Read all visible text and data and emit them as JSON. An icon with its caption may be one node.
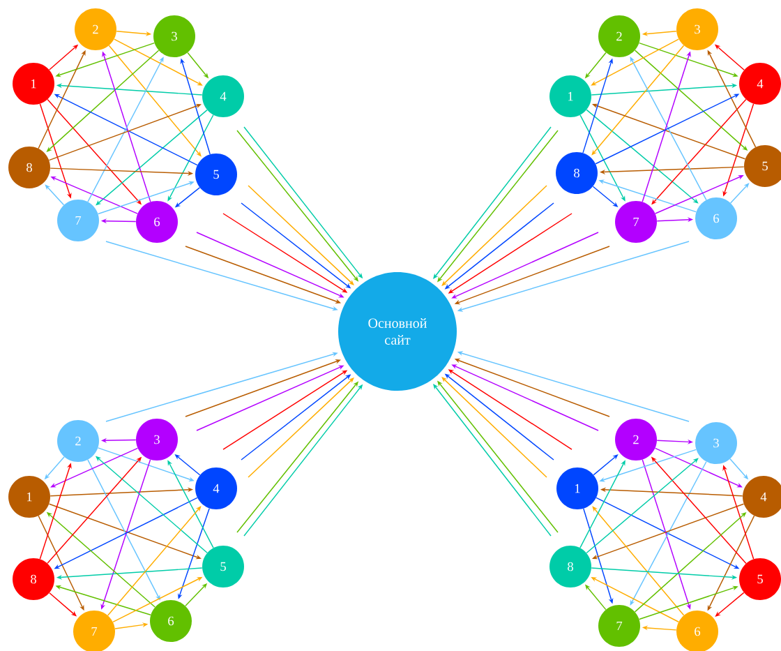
{
  "diagram": {
    "nodes": [
      {
        "text": [
          "1"
        ]
      },
      {
        "text": [
          "2"
        ]
      },
      {
        "text": [
          "3"
        ]
      },
      {
        "text": [
          "4"
        ]
      },
      {
        "text": [
          "5"
        ]
      },
      {
        "text": [
          "6"
        ]
      },
      {
        "text": [
          "7"
        ]
      },
      {
        "text": [
          "8"
        ]
      },
      {
        "text": [
          "1"
        ]
      },
      {
        "text": [
          "2"
        ]
      },
      {
        "text": [
          "3"
        ]
      },
      {
        "text": [
          "4"
        ]
      },
      {
        "text": [
          "5"
        ]
      },
      {
        "text": [
          "6"
        ]
      },
      {
        "text": [
          "7"
        ]
      },
      {
        "text": [
          "8"
        ]
      },
      {
        "text": [
          "Основной сайт"
        ]
      },
      {
        "text": [
          "1"
        ]
      },
      {
        "text": [
          "2"
        ]
      },
      {
        "text": [
          "3"
        ]
      },
      {
        "text": [
          "4"
        ]
      },
      {
        "text": [
          "5"
        ]
      },
      {
        "text": [
          "6"
        ]
      },
      {
        "text": [
          "7"
        ]
      },
      {
        "text": [
          "8"
        ]
      },
      {
        "text": [
          "1"
        ]
      },
      {
        "text": [
          "2"
        ]
      },
      {
        "text": [
          "3"
        ]
      },
      {
        "text": [
          "4"
        ]
      },
      {
        "text": [
          "5"
        ]
      },
      {
        "text": [
          "6"
        ]
      },
      {
        "text": [
          "7"
        ]
      },
      {
        "text": [
          "8"
        ]
      }
    ],
    "edges": [
      {
        "from": 0,
        "to": 1,
        "arrow": "to",
        "color": "#ff0000"
      },
      {
        "from": 0,
        "to": 6,
        "arrow": "to",
        "color": "#ff0000"
      },
      {
        "from": 0,
        "to": 5,
        "arrow": "to",
        "color": "#ff0000"
      },
      {
        "from": 1,
        "to": 2,
        "arrow": "to",
        "color": "#ffad00"
      },
      {
        "from": 1,
        "to": 3,
        "arrow": "to",
        "color": "#ffad00"
      },
      {
        "from": 1,
        "to": 4,
        "arrow": "to",
        "color": "#ffad00"
      },
      {
        "from": 2,
        "to": 3,
        "arrow": "to",
        "color": "#62c000"
      },
      {
        "from": 2,
        "to": 0,
        "arrow": "to",
        "color": "#62c000"
      },
      {
        "from": 2,
        "to": 7,
        "arrow": "to",
        "color": "#62c000"
      },
      {
        "from": 3,
        "to": 0,
        "arrow": "to",
        "color": "#00cca8"
      },
      {
        "from": 3,
        "to": 6,
        "arrow": "to",
        "color": "#00cca8"
      },
      {
        "from": 3,
        "to": 5,
        "arrow": "to",
        "color": "#00cca8"
      },
      {
        "from": 4,
        "to": 2,
        "arrow": "to",
        "color": "#0046ff"
      },
      {
        "from": 4,
        "to": 0,
        "arrow": "to",
        "color": "#0046ff"
      },
      {
        "from": 4,
        "to": 5,
        "arrow": "to",
        "color": "#0046ff"
      },
      {
        "from": 5,
        "to": 1,
        "arrow": "to",
        "color": "#b300ff"
      },
      {
        "from": 5,
        "to": 6,
        "arrow": "to",
        "color": "#b300ff"
      },
      {
        "from": 5,
        "to": 7,
        "arrow": "to",
        "color": "#b300ff"
      },
      {
        "from": 6,
        "to": 2,
        "arrow": "to",
        "color": "#66c4ff"
      },
      {
        "from": 6,
        "to": 4,
        "arrow": "to",
        "color": "#66c4ff"
      },
      {
        "from": 6,
        "to": 7,
        "arrow": "to",
        "color": "#66c4ff"
      },
      {
        "from": 7,
        "to": 1,
        "arrow": "to",
        "color": "#b85c00"
      },
      {
        "from": 7,
        "to": 3,
        "arrow": "to",
        "color": "#b85c00"
      },
      {
        "from": 7,
        "to": 4,
        "arrow": "to",
        "color": "#b85c00"
      },
      {
        "from": 8,
        "to": 11,
        "arrow": "to",
        "color": "#00cca8"
      },
      {
        "from": 8,
        "to": 14,
        "arrow": "to",
        "color": "#00cca8"
      },
      {
        "from": 8,
        "to": 13,
        "arrow": "to",
        "color": "#00cca8"
      },
      {
        "from": 9,
        "to": 8,
        "arrow": "to",
        "color": "#62c000"
      },
      {
        "from": 9,
        "to": 11,
        "arrow": "to",
        "color": "#62c000"
      },
      {
        "from": 9,
        "to": 12,
        "arrow": "to",
        "color": "#62c000"
      },
      {
        "from": 10,
        "to": 9,
        "arrow": "to",
        "color": "#ffad00"
      },
      {
        "from": 10,
        "to": 8,
        "arrow": "to",
        "color": "#ffad00"
      },
      {
        "from": 10,
        "to": 15,
        "arrow": "to",
        "color": "#ffad00"
      },
      {
        "from": 11,
        "to": 10,
        "arrow": "to",
        "color": "#ff0000"
      },
      {
        "from": 11,
        "to": 14,
        "arrow": "to",
        "color": "#ff0000"
      },
      {
        "from": 11,
        "to": 13,
        "arrow": "to",
        "color": "#ff0000"
      },
      {
        "from": 12,
        "to": 10,
        "arrow": "to",
        "color": "#b85c00"
      },
      {
        "from": 12,
        "to": 8,
        "arrow": "to",
        "color": "#b85c00"
      },
      {
        "from": 12,
        "to": 15,
        "arrow": "to",
        "color": "#b85c00"
      },
      {
        "from": 13,
        "to": 9,
        "arrow": "to",
        "color": "#66c4ff"
      },
      {
        "from": 13,
        "to": 15,
        "arrow": "to",
        "color": "#66c4ff"
      },
      {
        "from": 13,
        "to": 12,
        "arrow": "to",
        "color": "#66c4ff"
      },
      {
        "from": 14,
        "to": 10,
        "arrow": "to",
        "color": "#b300ff"
      },
      {
        "from": 14,
        "to": 12,
        "arrow": "to",
        "color": "#b300ff"
      },
      {
        "from": 14,
        "to": 13,
        "arrow": "to",
        "color": "#b300ff"
      },
      {
        "from": 15,
        "to": 9,
        "arrow": "to",
        "color": "#0046ff"
      },
      {
        "from": 15,
        "to": 11,
        "arrow": "to",
        "color": "#0046ff"
      },
      {
        "from": 15,
        "to": 14,
        "arrow": "to",
        "color": "#0046ff"
      },
      {
        "from": 17,
        "to": 20,
        "arrow": "to",
        "color": "#b85c00"
      },
      {
        "from": 17,
        "to": 21,
        "arrow": "to",
        "color": "#b85c00"
      },
      {
        "from": 17,
        "to": 23,
        "arrow": "to",
        "color": "#b85c00"
      },
      {
        "from": 18,
        "to": 17,
        "arrow": "to",
        "color": "#66c4ff"
      },
      {
        "from": 18,
        "to": 20,
        "arrow": "to",
        "color": "#66c4ff"
      },
      {
        "from": 18,
        "to": 22,
        "arrow": "to",
        "color": "#66c4ff"
      },
      {
        "from": 19,
        "to": 18,
        "arrow": "to",
        "color": "#b300ff"
      },
      {
        "from": 19,
        "to": 17,
        "arrow": "to",
        "color": "#b300ff"
      },
      {
        "from": 19,
        "to": 23,
        "arrow": "to",
        "color": "#b300ff"
      },
      {
        "from": 20,
        "to": 19,
        "arrow": "to",
        "color": "#0046ff"
      },
      {
        "from": 20,
        "to": 24,
        "arrow": "to",
        "color": "#0046ff"
      },
      {
        "from": 20,
        "to": 22,
        "arrow": "to",
        "color": "#0046ff"
      },
      {
        "from": 21,
        "to": 18,
        "arrow": "to",
        "color": "#00cca8"
      },
      {
        "from": 21,
        "to": 19,
        "arrow": "to",
        "color": "#00cca8"
      },
      {
        "from": 21,
        "to": 24,
        "arrow": "to",
        "color": "#00cca8"
      },
      {
        "from": 22,
        "to": 21,
        "arrow": "to",
        "color": "#62c000"
      },
      {
        "from": 22,
        "to": 17,
        "arrow": "to",
        "color": "#62c000"
      },
      {
        "from": 22,
        "to": 24,
        "arrow": "to",
        "color": "#62c000"
      },
      {
        "from": 23,
        "to": 22,
        "arrow": "to",
        "color": "#ffad00"
      },
      {
        "from": 23,
        "to": 20,
        "arrow": "to",
        "color": "#ffad00"
      },
      {
        "from": 23,
        "to": 21,
        "arrow": "to",
        "color": "#ffad00"
      },
      {
        "from": 24,
        "to": 18,
        "arrow": "to",
        "color": "#ff0000"
      },
      {
        "from": 24,
        "to": 19,
        "arrow": "to",
        "color": "#ff0000"
      },
      {
        "from": 24,
        "to": 23,
        "arrow": "to",
        "color": "#ff0000"
      },
      {
        "from": 25,
        "to": 26,
        "arrow": "to",
        "color": "#0046ff"
      },
      {
        "from": 25,
        "to": 29,
        "arrow": "to",
        "color": "#0046ff"
      },
      {
        "from": 25,
        "to": 31,
        "arrow": "to",
        "color": "#0046ff"
      },
      {
        "from": 26,
        "to": 27,
        "arrow": "to",
        "color": "#b300ff"
      },
      {
        "from": 26,
        "to": 28,
        "arrow": "to",
        "color": "#b300ff"
      },
      {
        "from": 26,
        "to": 30,
        "arrow": "to",
        "color": "#b300ff"
      },
      {
        "from": 27,
        "to": 25,
        "arrow": "to",
        "color": "#66c4ff"
      },
      {
        "from": 27,
        "to": 28,
        "arrow": "to",
        "color": "#66c4ff"
      },
      {
        "from": 27,
        "to": 31,
        "arrow": "to",
        "color": "#66c4ff"
      },
      {
        "from": 28,
        "to": 25,
        "arrow": "to",
        "color": "#b85c00"
      },
      {
        "from": 28,
        "to": 32,
        "arrow": "to",
        "color": "#b85c00"
      },
      {
        "from": 28,
        "to": 30,
        "arrow": "to",
        "color": "#b85c00"
      },
      {
        "from": 29,
        "to": 26,
        "arrow": "to",
        "color": "#ff0000"
      },
      {
        "from": 29,
        "to": 27,
        "arrow": "to",
        "color": "#ff0000"
      },
      {
        "from": 29,
        "to": 30,
        "arrow": "to",
        "color": "#ff0000"
      },
      {
        "from": 30,
        "to": 31,
        "arrow": "to",
        "color": "#ffad00"
      },
      {
        "from": 30,
        "to": 32,
        "arrow": "to",
        "color": "#ffad00"
      },
      {
        "from": 30,
        "to": 25,
        "arrow": "to",
        "color": "#ffad00"
      },
      {
        "from": 31,
        "to": 32,
        "arrow": "to",
        "color": "#62c000"
      },
      {
        "from": 31,
        "to": 28,
        "arrow": "to",
        "color": "#62c000"
      },
      {
        "from": 31,
        "to": 29,
        "arrow": "to",
        "color": "#62c000"
      },
      {
        "from": 32,
        "to": 26,
        "arrow": "to",
        "color": "#00cca8"
      },
      {
        "from": 32,
        "to": 27,
        "arrow": "to",
        "color": "#00cca8"
      },
      {
        "from": 32,
        "to": 29,
        "arrow": "to",
        "color": "#00cca8"
      },
      {
        "from": null,
        "to": 16,
        "arrow": "to",
        "color": "#ff0000"
      },
      {
        "from": null,
        "to": 16,
        "arrow": "to",
        "color": "#ffad00"
      },
      {
        "from": null,
        "to": 16,
        "arrow": "to",
        "color": "#62c000"
      },
      {
        "from": null,
        "to": 16,
        "arrow": "to",
        "color": "#00cca8"
      },
      {
        "from": null,
        "to": 16,
        "arrow": "to",
        "color": "#0046ff"
      },
      {
        "from": null,
        "to": 16,
        "arrow": "to",
        "color": "#b300ff"
      },
      {
        "from": null,
        "to": 16,
        "arrow": "to",
        "color": "#66c4ff"
      },
      {
        "from": null,
        "to": 16,
        "arrow": "to",
        "color": "#b85c00"
      },
      {
        "from": null,
        "to": 16,
        "arrow": "to",
        "color": "#00cca8"
      },
      {
        "from": null,
        "to": 16,
        "arrow": "to",
        "color": "#62c000"
      },
      {
        "from": null,
        "to": 16,
        "arrow": "to",
        "color": "#ffad00"
      },
      {
        "from": null,
        "to": 16,
        "arrow": "to",
        "color": "#ff0000"
      },
      {
        "from": null,
        "to": 16,
        "arrow": "to",
        "color": "#b85c00"
      },
      {
        "from": null,
        "to": 16,
        "arrow": "to",
        "color": "#66c4ff"
      },
      {
        "from": null,
        "to": 16,
        "arrow": "to",
        "color": "#b300ff"
      },
      {
        "from": null,
        "to": 16,
        "arrow": "to",
        "color": "#0046ff"
      },
      {
        "from": null,
        "to": 16,
        "arrow": "to",
        "color": "#b85c00"
      },
      {
        "from": null,
        "to": 16,
        "arrow": "to",
        "color": "#66c4ff"
      },
      {
        "from": null,
        "to": 16,
        "arrow": "to",
        "color": "#b300ff"
      },
      {
        "from": null,
        "to": 16,
        "arrow": "to",
        "color": "#0046ff"
      },
      {
        "from": null,
        "to": 16,
        "arrow": "to",
        "color": "#00cca8"
      },
      {
        "from": null,
        "to": 16,
        "arrow": "to",
        "color": "#62c000"
      },
      {
        "from": null,
        "to": 16,
        "arrow": "to",
        "color": "#ffad00"
      },
      {
        "from": null,
        "to": 16,
        "arrow": "to",
        "color": "#ff0000"
      },
      {
        "from": null,
        "to": 16,
        "arrow": "to",
        "color": "#0046ff"
      },
      {
        "from": null,
        "to": 16,
        "arrow": "to",
        "color": "#b300ff"
      },
      {
        "from": null,
        "to": 16,
        "arrow": "to",
        "color": "#66c4ff"
      },
      {
        "from": null,
        "to": 16,
        "arrow": "to",
        "color": "#b85c00"
      },
      {
        "from": null,
        "to": 16,
        "arrow": "to",
        "color": "#ff0000"
      },
      {
        "from": null,
        "to": 16,
        "arrow": "to",
        "color": "#ffad00"
      },
      {
        "from": null,
        "to": 16,
        "arrow": "to",
        "color": "#62c000"
      },
      {
        "from": null,
        "to": 16,
        "arrow": "to",
        "color": "#00cca8"
      }
    ]
  }
}
